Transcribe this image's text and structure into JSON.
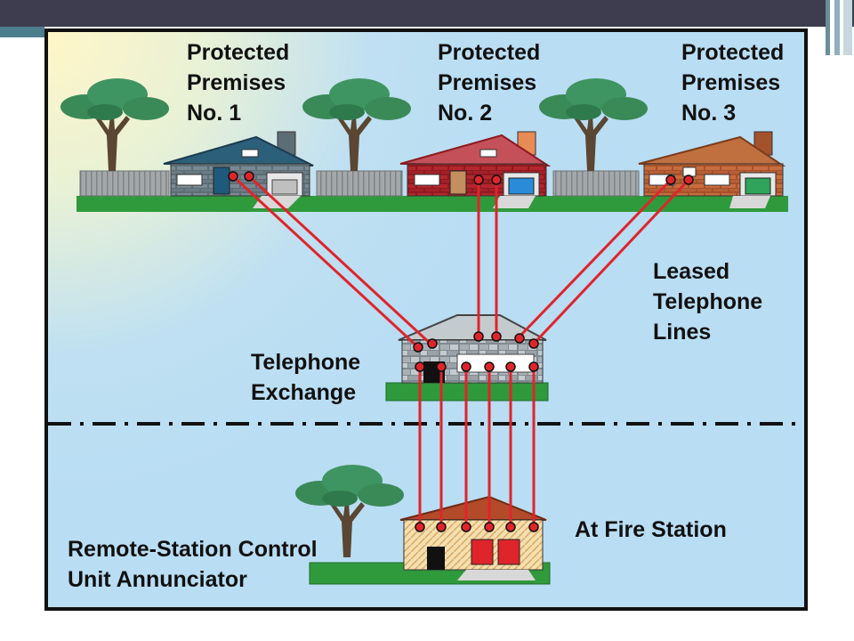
{
  "premises": [
    {
      "line1": "Protected",
      "line2": "Premises",
      "line3": "No. 1"
    },
    {
      "line1": "Protected",
      "line2": "Premises",
      "line3": "No. 2"
    },
    {
      "line1": "Protected",
      "line2": "Premises",
      "line3": "No. 3"
    }
  ],
  "leased": {
    "line1": "Leased",
    "line2": "Telephone",
    "line3": "Lines"
  },
  "exchange": {
    "line1": "Telephone",
    "line2": "Exchange"
  },
  "fire_station": {
    "label": "At Fire Station"
  },
  "annunciator": {
    "line1": "Remote-Station Control",
    "line2": "Unit Annunciator"
  },
  "colors": {
    "line": "#e0242b",
    "sky": "#b9ddf3",
    "grass": "#2f9a3b",
    "ground": "#bcd9ee"
  }
}
